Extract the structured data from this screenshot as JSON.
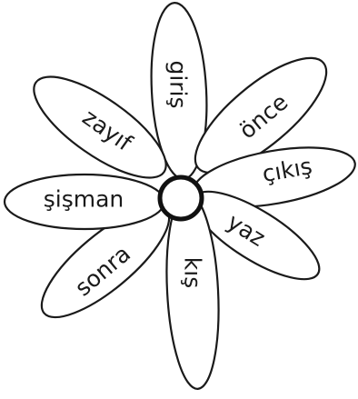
{
  "diagram": {
    "petals": [
      {
        "id": "top",
        "word": "giriş"
      },
      {
        "id": "upper-right",
        "word": "önce"
      },
      {
        "id": "right",
        "word": "çıkış"
      },
      {
        "id": "lower-right",
        "word": "yaz"
      },
      {
        "id": "bottom",
        "word": "kış"
      },
      {
        "id": "lower-left",
        "word": "sonra"
      },
      {
        "id": "left",
        "word": "şişman"
      },
      {
        "id": "upper-left",
        "word": "zayıf"
      }
    ]
  }
}
